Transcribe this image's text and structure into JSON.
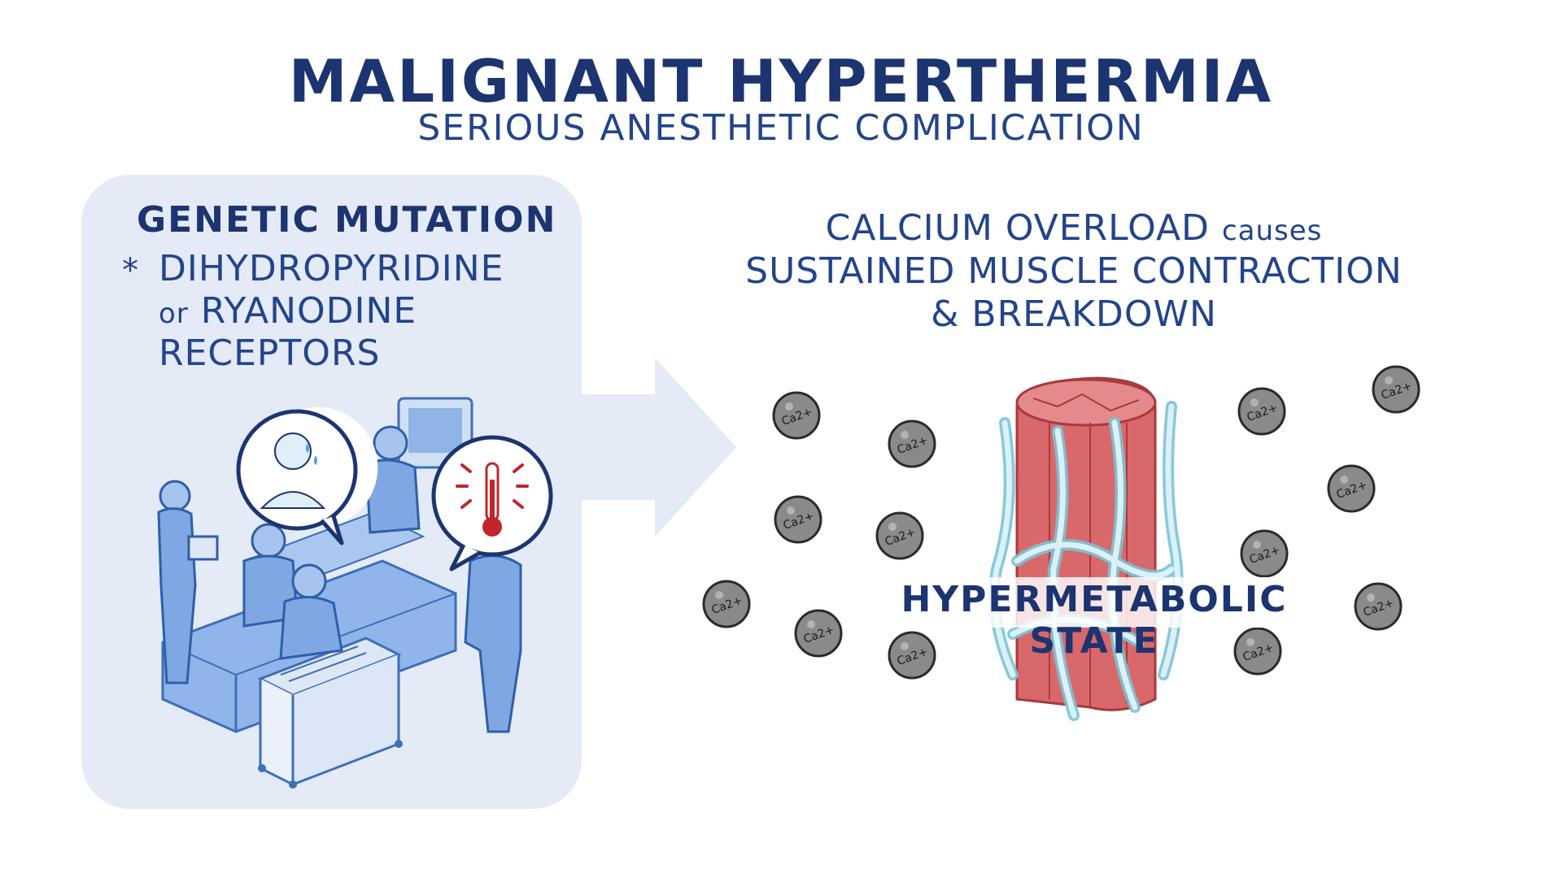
{
  "title": "MALIGNANT HYPERTHERMIA",
  "subtitle": "SERIOUS ANESTHETIC COMPLICATION",
  "left_panel": {
    "heading": "GENETIC MUTATION",
    "bullet": "*",
    "line1": "DIHYDROPYRIDINE",
    "line2_prefix": "or",
    "line2": "RYANODINE",
    "line3": "RECEPTORS"
  },
  "right_panel": {
    "line1_main": "CALCIUM OVERLOAD",
    "line1_small": "causes",
    "line2": "SUSTAINED MUSCLE CONTRACTION",
    "line3": "& BREAKDOWN",
    "state_label": "HYPERMETABOLIC STATE"
  },
  "ion_label": "Ca2+",
  "colors": {
    "title": "#1c3470",
    "text": "#22448a",
    "panel_bg": "#e4eaf6",
    "arrow": "#e4eaf6",
    "muscle": "#d9686a",
    "vessel": "#b9e4ee",
    "ion": "#8a8a8a",
    "thermometer_red": "#c0262b"
  },
  "icons": [
    "surgery-team-illustration",
    "sweating-person-icon",
    "thermometer-icon",
    "muscle-fiber-illustration",
    "calcium-ion-icon"
  ]
}
